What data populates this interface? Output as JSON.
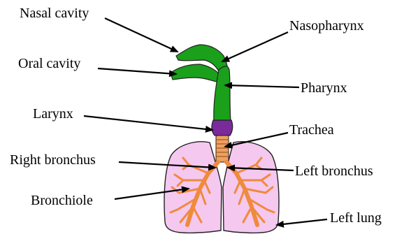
{
  "labels": {
    "nasal_cavity": "Nasal cavity",
    "nasopharynx": "Nasopharynx",
    "oral_cavity": "Oral cavity",
    "pharynx": "Pharynx",
    "larynx": "Larynx",
    "trachea": "Trachea",
    "right_bronchus": "Right bronchus",
    "left_bronchus": "Left bronchus",
    "bronchiole": "Bronchiole",
    "left_lung": "Left lung"
  },
  "colors": {
    "airway": "#1aa01a",
    "larynx": "#7a2a9a",
    "trachea": "#f0a060",
    "bronchi": "#f08a3c",
    "lung_fill": "#f5c8ef",
    "outline": "#222222",
    "arrow": "#000000"
  }
}
